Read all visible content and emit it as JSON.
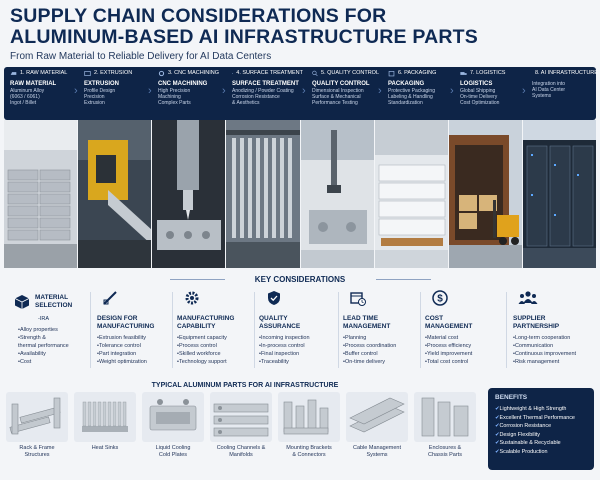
{
  "header": {
    "title": "SUPPLY CHAIN CONSIDERATIONS FOR ALUMINUM-BASED AI INFRASTRUCTURE PARTS",
    "subtitle": "From Raw Material to Reliable Delivery for AI Data Centers"
  },
  "process": {
    "steps": [
      {
        "num": "1. RAW MATERIAL",
        "title": "RAW MATERIAL",
        "desc": "Aluminum Alloy\n(6063 / 6061)\nIngot / Billet",
        "icon": "ingot-icon"
      },
      {
        "num": "2. EXTRUSION",
        "title": "EXTRUSION",
        "desc": "Profile Design\nPrecision\nExtrusion",
        "icon": "extrusion-icon"
      },
      {
        "num": "3. CNC MACHINING",
        "title": "CNC MACHINING",
        "desc": "High Precision\nMachining\nComplex Parts",
        "icon": "gear-icon"
      },
      {
        "num": "4. SURFACE TREATMENT",
        "title": "SURFACE TREATMENT",
        "desc": "Anodizing / Powder Coating\nCorrosion Resistance\n& Aesthetics",
        "icon": "spray-icon"
      },
      {
        "num": "5. QUALITY CONTROL",
        "title": "QUALITY CONTROL",
        "desc": "Dimensional Inspection\nSurface & Mechanical\nPerformance Testing",
        "icon": "magnifier-icon"
      },
      {
        "num": "6. PACKAGING",
        "title": "PACKAGING",
        "desc": "Protective Packaging\nLabeling & Handling\nStandardization",
        "icon": "box-icon"
      },
      {
        "num": "7. LOGISTICS",
        "title": "LOGISTICS",
        "desc": "Global Shipping\nOn-time Delivery\nCost Optimization",
        "icon": "truck-icon"
      },
      {
        "num": "8. AI INFRASTRUCTURE",
        "title": "Integration into",
        "desc": "Integration into\nAI Data Center\nSystems",
        "icon": "server-icon"
      }
    ]
  },
  "photos": [
    {
      "name": "photo-aluminum-ingots"
    },
    {
      "name": "photo-extrusion-press"
    },
    {
      "name": "photo-cnc-machining"
    },
    {
      "name": "photo-anodizing-rack"
    },
    {
      "name": "photo-quality-inspection"
    },
    {
      "name": "photo-packaged-profiles"
    },
    {
      "name": "photo-container-forklift"
    },
    {
      "name": "photo-data-center"
    }
  ],
  "considerations": {
    "title": "KEY CONSIDERATIONS",
    "items": [
      {
        "name": "MATERIAL\nSELECTION",
        "extra": "-IRA",
        "points": [
          "Alloy properties",
          "Strength &\nthermal performance",
          "Availability",
          "Cost"
        ],
        "icon": "cube-icon"
      },
      {
        "name": "DESIGN FOR\nMANUFACTURING",
        "points": [
          "Extrusion feasibility",
          "Tolerance control",
          "Part integration",
          "Weight optimization"
        ],
        "icon": "ruler-pencil-icon"
      },
      {
        "name": "MANUFACTURING\nCAPABILITY",
        "points": [
          "Equipment capacity",
          "Process control",
          "Skilled workforce",
          "Technology support"
        ],
        "icon": "gear-icon"
      },
      {
        "name": "QUALITY\nASSURANCE",
        "points": [
          "Incoming inspection",
          "In-process control",
          "Final inspection",
          "Traceability"
        ],
        "icon": "shield-check-icon"
      },
      {
        "name": "LEAD TIME\nMANAGEMENT",
        "points": [
          "Planning",
          "Process coordination",
          "Buffer control",
          "On-time delivery"
        ],
        "icon": "calendar-clock-icon"
      },
      {
        "name": "COST\nMANAGEMENT",
        "points": [
          "Material cost",
          "Process efficiency",
          "Yield improvement",
          "Total cost control"
        ],
        "icon": "dollar-coin-icon"
      },
      {
        "name": "SUPPLIER\nPARTNERSHIP",
        "points": [
          "Long-term cooperation",
          "Communication",
          "Continuous improvement",
          "Risk management"
        ],
        "icon": "people-icon"
      }
    ]
  },
  "typical_parts": {
    "title": "TYPICAL ALUMINUM PARTS FOR AI INFRASTRUCTURE",
    "items": [
      {
        "name": "Rack & Frame\nStructures"
      },
      {
        "name": "Heat Sinks"
      },
      {
        "name": "Liquid Cooling\nCold Plates"
      },
      {
        "name": "Cooling Channels &\nManifolds"
      },
      {
        "name": "Mounting Brackets\n& Connectors"
      },
      {
        "name": "Cable Management\nSystems"
      },
      {
        "name": "Enclosures &\nChassis Parts"
      }
    ]
  },
  "benefits": {
    "title": "BENEFITS",
    "items": [
      "Lightweight & High Strength",
      "Excellent Thermal Performance",
      "Corrosion Resistance",
      "Design Flexibility",
      "Sustainable & Recyclable",
      "Scalable Production"
    ]
  },
  "colors": {
    "navy": "#0e2447",
    "title": "#0f2a54",
    "accent": "#7fb2ff"
  }
}
